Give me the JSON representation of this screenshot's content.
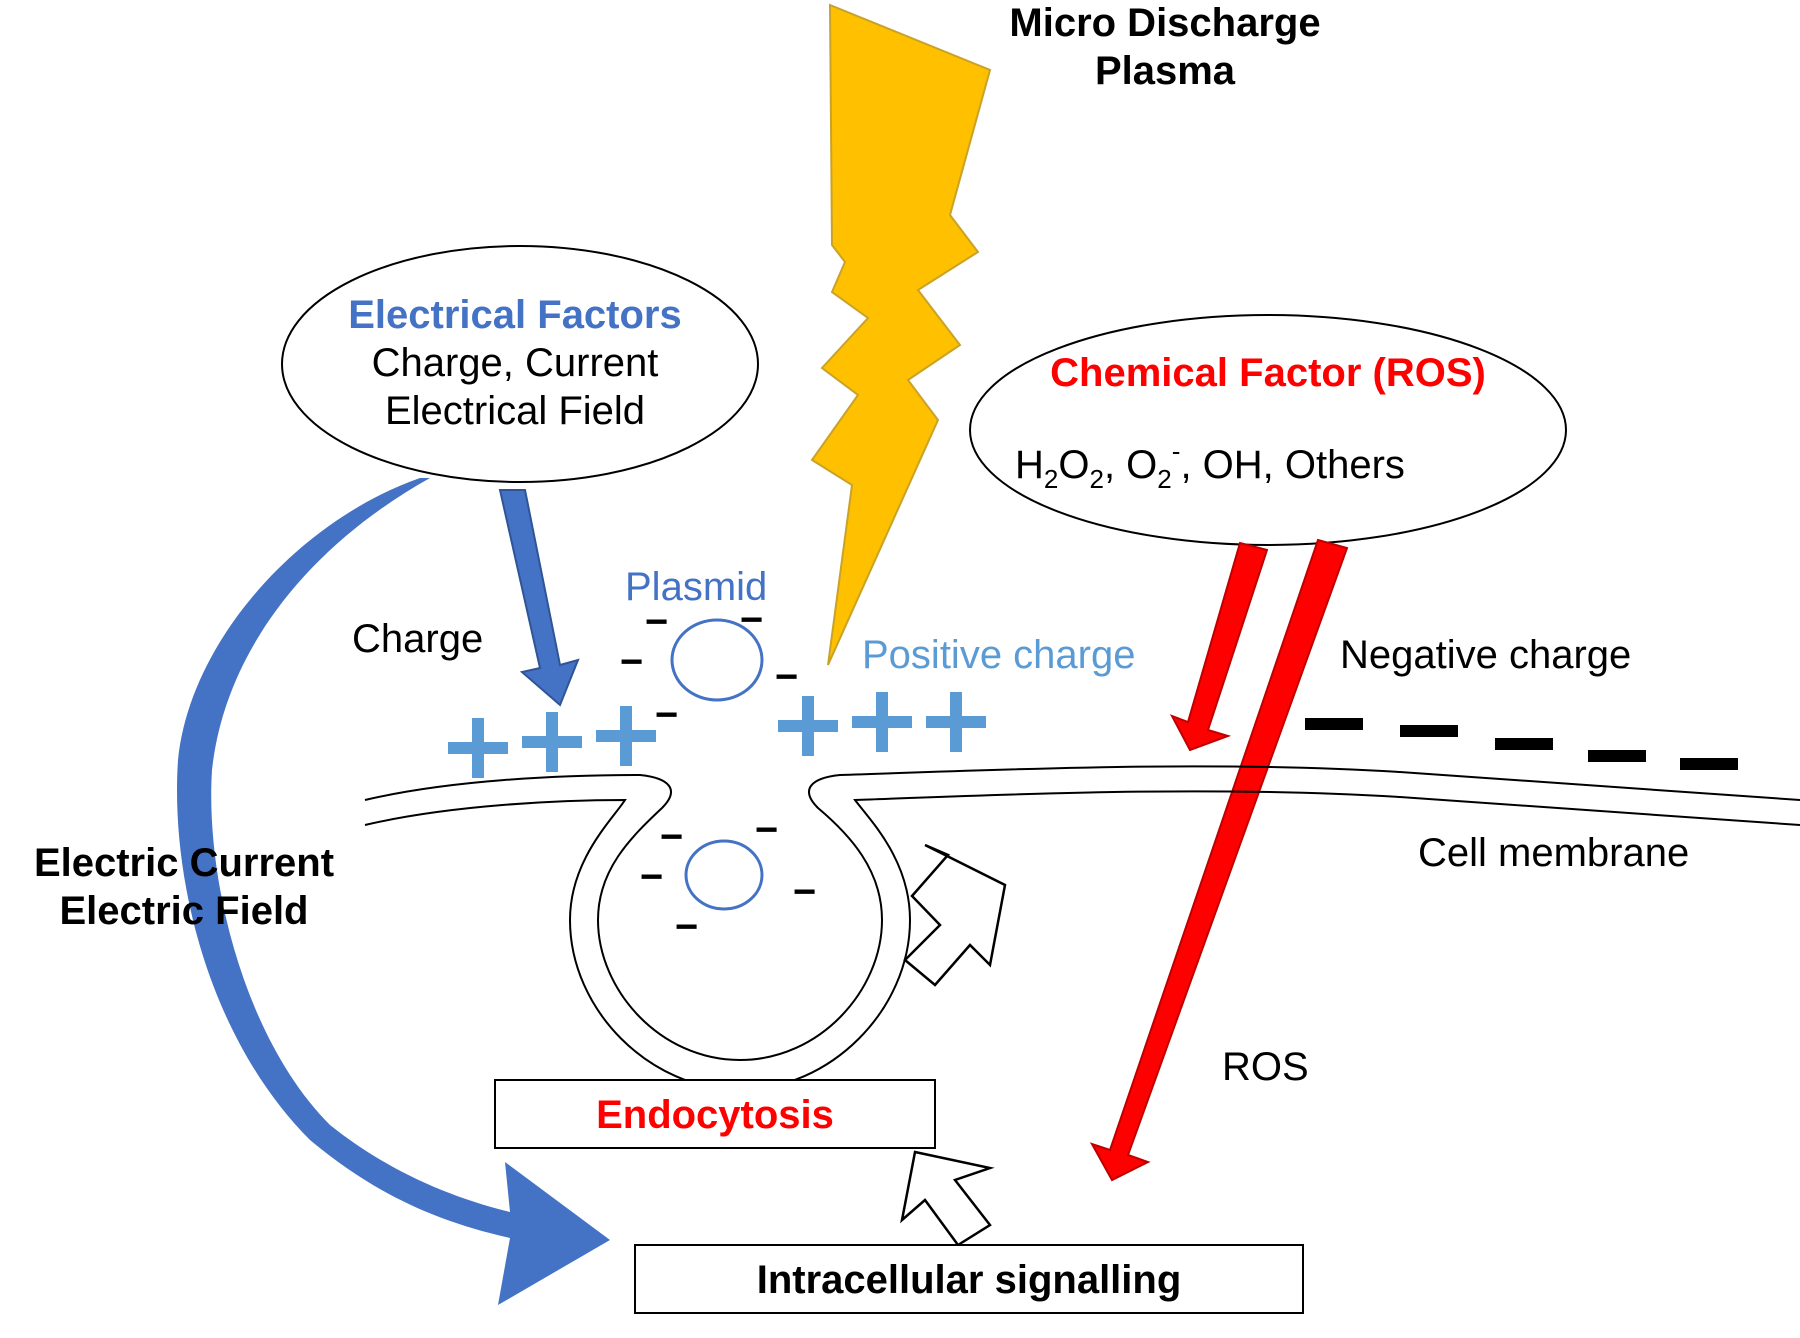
{
  "title": {
    "line1": "Micro Discharge",
    "line2": "Plasma"
  },
  "electrical": {
    "heading": "Electrical Factors",
    "line2": "Charge, Current",
    "line3": "Electrical Field"
  },
  "chemical": {
    "heading": "Chemical Factor (ROS)",
    "species": {
      "h": "H",
      "h_sub": "2",
      "o": "O",
      "o_sub": "2",
      "sep1": ", O",
      "o2_sub": "2",
      "o2_sup": "-",
      "rest": ", OH, Others"
    }
  },
  "labels": {
    "charge": "Charge",
    "plasmid": "Plasmid",
    "positive_charge": "Positive charge",
    "negative_charge": "Negative charge",
    "cell_membrane": "Cell membrane",
    "electric_current": "Electric Current",
    "electric_field": "Electric Field",
    "ros": "ROS",
    "endocytosis": "Endocytosis",
    "intracellular_signalling": "Intracellular signalling"
  },
  "symbols": {
    "plus": "+",
    "minus": "−"
  },
  "colors": {
    "lightning": "#ffc000",
    "electrical_blue": "#4472c4",
    "positive_blue": "#5b9bd5",
    "ros_red": "#ff0000",
    "endocytosis_red": "#ff0000"
  }
}
